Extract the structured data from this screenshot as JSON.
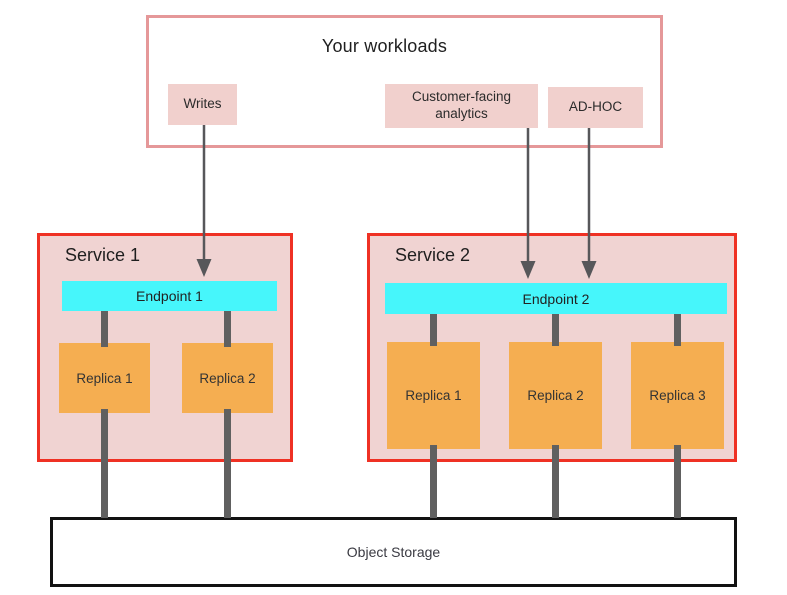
{
  "workloads": {
    "title": "Your workloads",
    "items": [
      {
        "label": "Writes"
      },
      {
        "label": "Customer-facing analytics"
      },
      {
        "label": "AD-HOC"
      }
    ]
  },
  "services": [
    {
      "name": "Service 1",
      "endpoint": "Endpoint 1",
      "replicas": [
        "Replica 1",
        "Replica 2"
      ]
    },
    {
      "name": "Service 2",
      "endpoint": "Endpoint 2",
      "replicas": [
        "Replica 1",
        "Replica 2",
        "Replica 3"
      ]
    }
  ],
  "storage": {
    "label": "Object Storage"
  },
  "colors": {
    "workload_container_border": "#e59899",
    "workload_box_fill": "#f1d0cd",
    "service_border": "#ef3124",
    "service_fill": "#f0d3d2",
    "endpoint_fill": "#46f6fb",
    "replica_fill": "#f5ae51",
    "connector_gray": "#606060",
    "arrow_gray": "#57575a",
    "storage_border": "#121212"
  }
}
